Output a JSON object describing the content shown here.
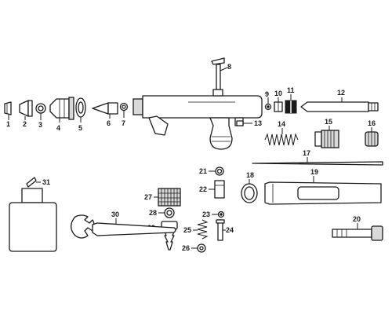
{
  "colors": {
    "line": "#1a1a1a",
    "shade": "#d9d9d9",
    "background": "#ffffff"
  },
  "part_numbers": [
    "1",
    "2",
    "3",
    "4",
    "5",
    "6",
    "7",
    "8",
    "9",
    "10",
    "11",
    "12",
    "13",
    "14",
    "15",
    "16",
    "17",
    "18",
    "19",
    "20",
    "21",
    "22",
    "23",
    "24",
    "25",
    "26",
    "27",
    "28",
    "29",
    "30",
    "31"
  ]
}
